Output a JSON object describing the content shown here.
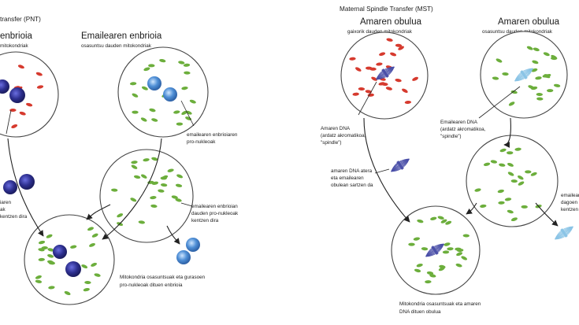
{
  "colors": {
    "mito_damaged": "#d63a2e",
    "mito_healthy": "#6cae3c",
    "nucleus_dark": "#2d2f8f",
    "nucleus_light": "#4f8fd6",
    "spindle_dark": "#4a4fa8",
    "spindle_light": "#8ac4e6"
  },
  "pnt": {
    "title": "transfer (PNT)",
    "patient_embryo_label": "enbrioia",
    "patient_embryo_sub": "mitokondriak",
    "donor_embryo_label": "Emailearen enbrioia",
    "donor_embryo_sub": "osasuntsu dauden mitokondriak",
    "donor_pronuclei_note": [
      "emailearen enbrioiaren",
      "pro-nukleoak"
    ],
    "patient_removed_note": [
      "iaren",
      "ak",
      "kentzen dira"
    ],
    "donor_removed_note": [
      "emailearen enbrioian",
      "dauden pro-nukleoak",
      "kentzen dira"
    ],
    "result_note": [
      "Mitokondria osasuntsuak eta gurasoen",
      "pro-nukleoak dituen enbrioia"
    ]
  },
  "mst": {
    "title": "Maternal Spindle Transfer (MST)",
    "mother_egg_label": "Amaren obulua",
    "mother_egg_sub": "gaixorik dauden mitokondriak",
    "donor_egg_label": "Amaren obulua",
    "donor_egg_sub": "osasuntsu dauden mitokondriak",
    "mother_dna_note": [
      "Amaren DNA",
      "(ardatz akromatikoa,",
      "\"spindle\")"
    ],
    "donor_dna_note": [
      "Emailearen DNA",
      "(ardatz akromatikoa,",
      "\"spindle\")"
    ],
    "mother_dna_moved_note": [
      "amaren DNA atera",
      "eta emailearen",
      "obulean sartzen da"
    ],
    "donor_dna_removed_note": [
      "emailearen",
      "dagoen",
      "kentzen"
    ],
    "result_note": [
      "Mitokondria osasuntsuak eta amaren",
      "DNA dituen obulua"
    ]
  }
}
